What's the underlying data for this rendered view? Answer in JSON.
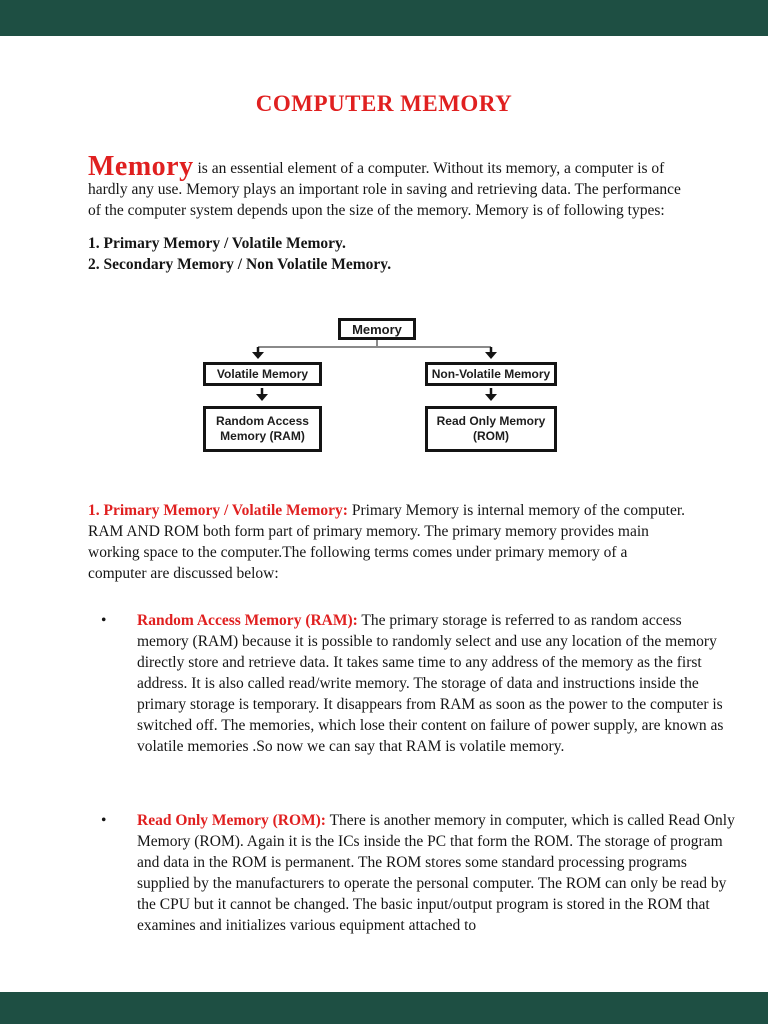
{
  "page": {
    "title": "COMPUTER MEMORY",
    "intro": {
      "lead": "Memory",
      "text": " is an essential element of a computer. Without its memory, a computer is of hardly any use. Memory plays an important role in saving and retrieving data. The performance of the computer system depends upon the size of the memory. Memory is of following types:"
    },
    "memory_types": [
      "1. Primary Memory / Volatile Memory.",
      "2. Secondary Memory / Non Volatile Memory."
    ],
    "diagram": {
      "root": "Memory",
      "volatile": "Volatile Memory",
      "nonvolatile": "Non-Volatile Memory",
      "ram": "Random Access Memory (RAM)",
      "rom": "Read Only Memory (ROM)"
    },
    "primary_section": {
      "lead": "1. Primary Memory / Volatile Memory:",
      "text": " Primary Memory is internal memory of the computer. RAM AND ROM both form part of primary memory. The primary memory provides main working space to the computer.The following terms comes under primary memory of a computer are discussed below:"
    },
    "bullets": [
      {
        "marker": "•",
        "lead": "Random Access Memory (RAM):",
        "text": " The primary storage is referred to as random access memory (RAM) because it is possible to randomly select and use any location of the memory directly store and retrieve data. It takes same time to any address of the memory as the first address. It is also called read/write memory. The storage of data and instructions inside the primary storage is temporary. It disappears from RAM as soon as the power to the computer is switched off. The memories, which lose their content on failure of power supply, are known as volatile memories .So now we can say that RAM is volatile memory."
      },
      {
        "marker": "•",
        "lead": "Read Only Memory (ROM):",
        "text": " There is another memory in computer, which is called Read Only Memory (ROM). Again it is the ICs inside the PC that form the ROM. The storage of program and data in the ROM is permanent. The ROM stores some standard processing programs supplied by the manufacturers to operate the personal computer. The ROM can only be read by the CPU but it cannot be changed. The basic input/output program is stored in the ROM that examines and initializes various equipment attached to"
      }
    ],
    "colors": {
      "accent_red": "#e02020",
      "band_teal": "#1e4f43",
      "diagram_line": "#8a8a8a",
      "text_black": "#151515"
    }
  }
}
